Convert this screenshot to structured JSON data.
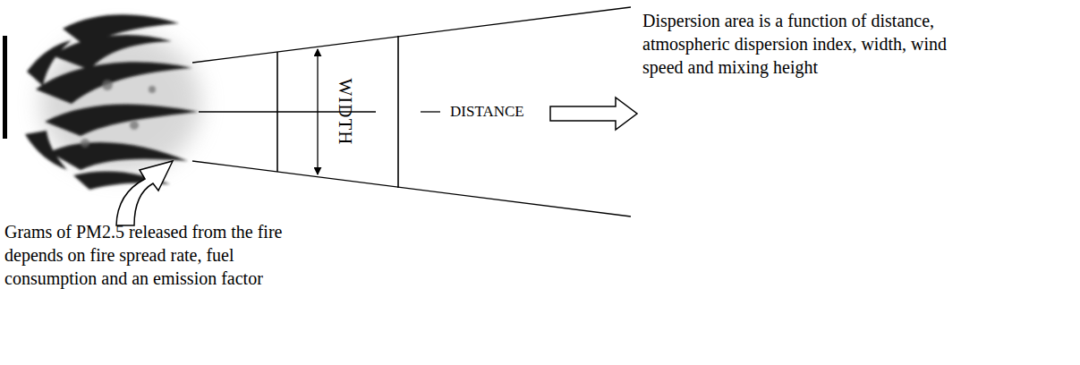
{
  "diagram": {
    "labels": [
      "WIDTH",
      "DISTANCE",
      "Dispersion area is a function of distance, atmospheric dispersion index, width, wind speed and mixing height",
      "Grams of PM2.5 released from the fire depends on fire spread rate, fuel consumption and an emission factor"
    ]
  }
}
